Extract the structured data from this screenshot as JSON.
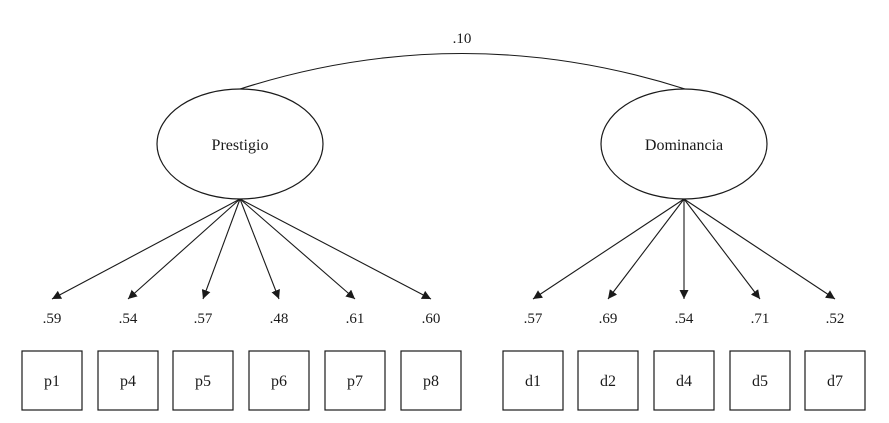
{
  "correlation": ".10",
  "factors": [
    {
      "label": "Prestigio",
      "indicators": [
        {
          "label": "p1",
          "loading": ".59"
        },
        {
          "label": "p4",
          "loading": ".54"
        },
        {
          "label": "p5",
          "loading": ".57"
        },
        {
          "label": "p6",
          "loading": ".48"
        },
        {
          "label": "p7",
          "loading": ".61"
        },
        {
          "label": "p8",
          "loading": ".60"
        }
      ]
    },
    {
      "label": "Dominancia",
      "indicators": [
        {
          "label": "d1",
          "loading": ".57"
        },
        {
          "label": "d2",
          "loading": ".69"
        },
        {
          "label": "d4",
          "loading": ".54"
        },
        {
          "label": "d5",
          "loading": ".71"
        },
        {
          "label": "d7",
          "loading": ".52"
        }
      ]
    }
  ]
}
